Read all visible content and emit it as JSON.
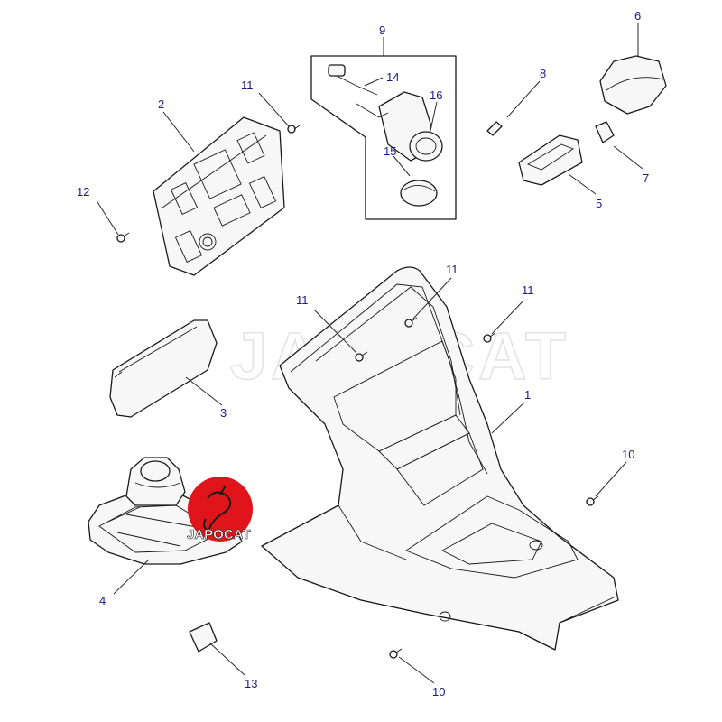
{
  "diagram": {
    "watermark_text": "JAPOCAT",
    "logo_text": "JAPOCAT",
    "callouts": [
      {
        "id": "c9",
        "label": "9"
      },
      {
        "id": "c14",
        "label": "14"
      },
      {
        "id": "c16",
        "label": "16"
      },
      {
        "id": "c15",
        "label": "15"
      },
      {
        "id": "c8",
        "label": "8"
      },
      {
        "id": "c6",
        "label": "6"
      },
      {
        "id": "c7",
        "label": "7"
      },
      {
        "id": "c5",
        "label": "5"
      },
      {
        "id": "c2",
        "label": "2"
      },
      {
        "id": "c11a",
        "label": "11"
      },
      {
        "id": "c12",
        "label": "12"
      },
      {
        "id": "c11b",
        "label": "11"
      },
      {
        "id": "c11c",
        "label": "11"
      },
      {
        "id": "c11d",
        "label": "11"
      },
      {
        "id": "c3",
        "label": "3"
      },
      {
        "id": "c1",
        "label": "1"
      },
      {
        "id": "c10a",
        "label": "10"
      },
      {
        "id": "c4",
        "label": "4"
      },
      {
        "id": "c13",
        "label": "13"
      },
      {
        "id": "c10b",
        "label": "10"
      }
    ],
    "colors": {
      "callout_text": "#1a1a8a",
      "line": "#1a1a1a",
      "logo_red": "#e0141b",
      "watermark": "#e3e3e3"
    }
  }
}
